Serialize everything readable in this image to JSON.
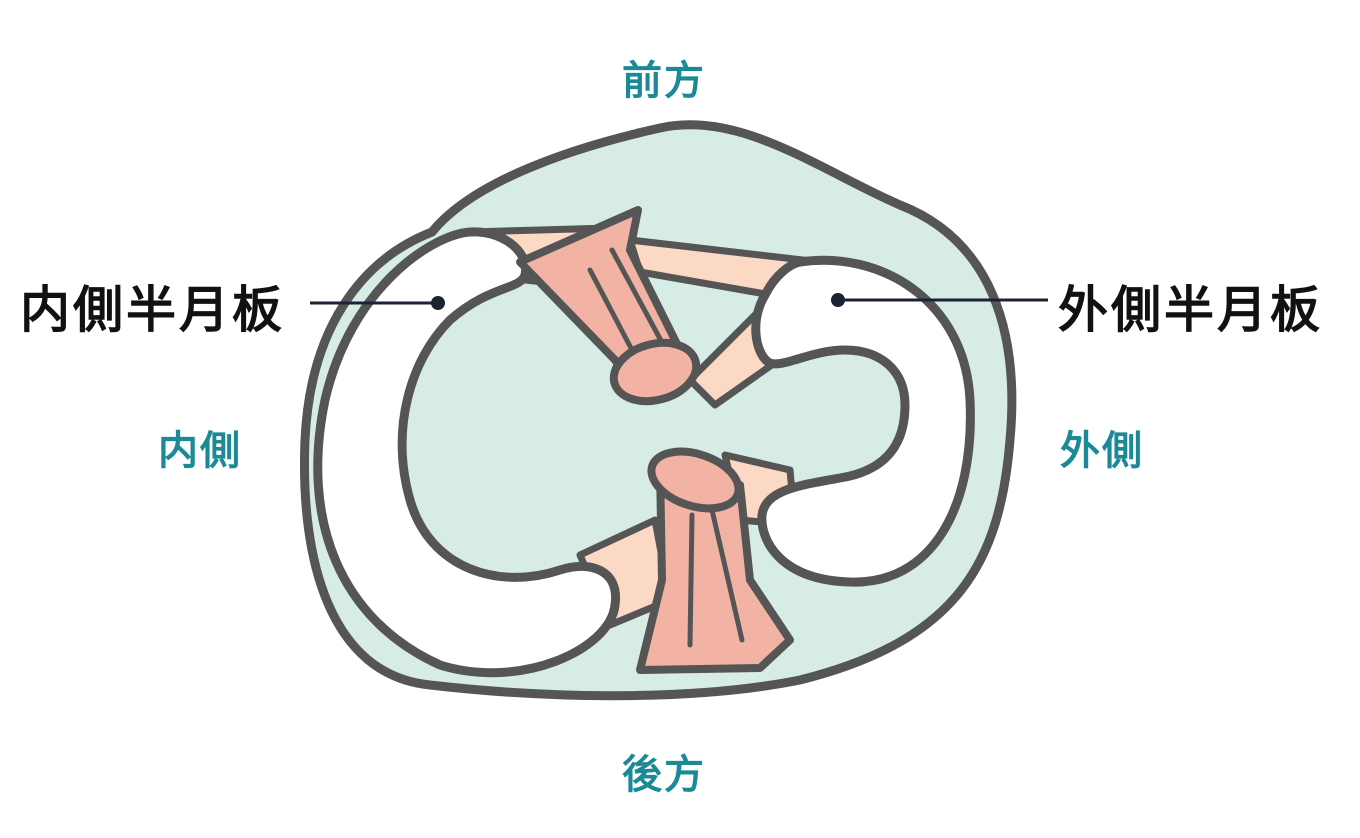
{
  "directions": {
    "anterior": "前方",
    "posterior": "後方",
    "medial": "内側",
    "lateral": "外側"
  },
  "parts": {
    "medial_meniscus": "内側半月板",
    "lateral_meniscus": "外側半月板"
  },
  "colors": {
    "outline": "#555555",
    "plateau_fill": "#d6ece4",
    "meniscus_fill": "#ffffff",
    "ligament_fill": "#f2b3a4",
    "attachment_fill": "#fbd9c4",
    "direction_text": "#1b8a96",
    "part_text": "#111111",
    "pointer_line": "#1c2233"
  }
}
